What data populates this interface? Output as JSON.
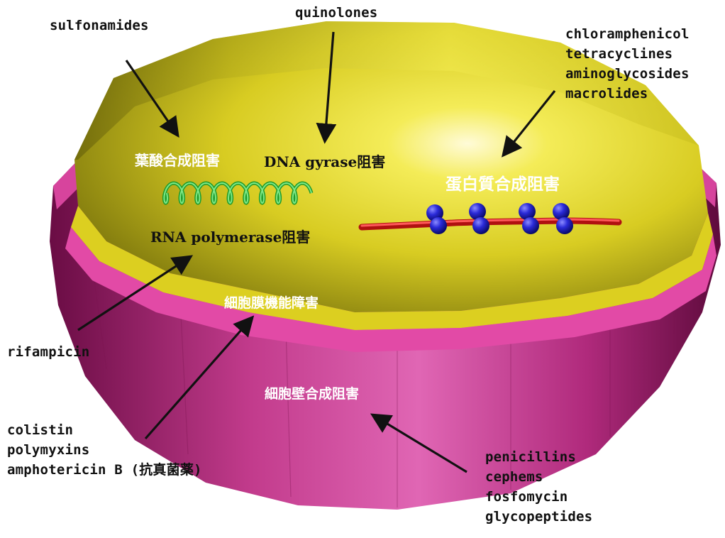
{
  "labels": {
    "sulfonamides": "sulfonamides",
    "quinolones": "quinolones",
    "protein_drugs": [
      "chloramphenicol",
      "tetracyclines",
      "aminoglycosides",
      "macrolides"
    ],
    "rifampicin": "rifampicin",
    "membrane_drugs": [
      "colistin",
      "polymyxins",
      "amphotericin B (抗真菌薬)"
    ],
    "wall_drugs": [
      "penicillins",
      "cephems",
      "fosfomycin",
      "glycopeptides"
    ]
  },
  "targets": {
    "folate": "葉酸合成阻害",
    "dna_gyrase": "DNA gyrase阻害",
    "protein": "蛋白質合成阻害",
    "rna_polymerase": "RNA polymerase阻害",
    "membrane": "細胞膜機能障害",
    "wall": "細胞壁合成阻害"
  },
  "colors": {
    "cytoplasm": "#e6dc28",
    "cytoplasm_dark": "#6f6a14",
    "cell_wall": "#b8287c",
    "cell_wall_rim": "#e04aa8",
    "dna_helix": "#2fc23a",
    "peptide_chain": "#e02020",
    "ribosome": "#2a2ad8"
  },
  "icons": {
    "helix": "dna-helix-icon",
    "ribosome": "ribosome-icon"
  }
}
